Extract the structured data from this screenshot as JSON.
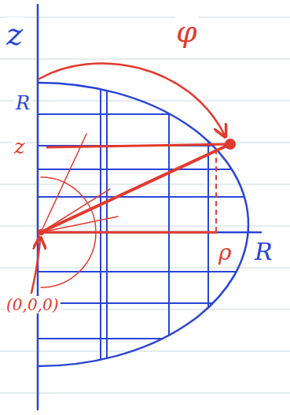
{
  "diagram": {
    "labels": [
      "z",
      "φ",
      "R",
      "z",
      "ρ",
      "R",
      "(0,0,0)"
    ]
  }
}
